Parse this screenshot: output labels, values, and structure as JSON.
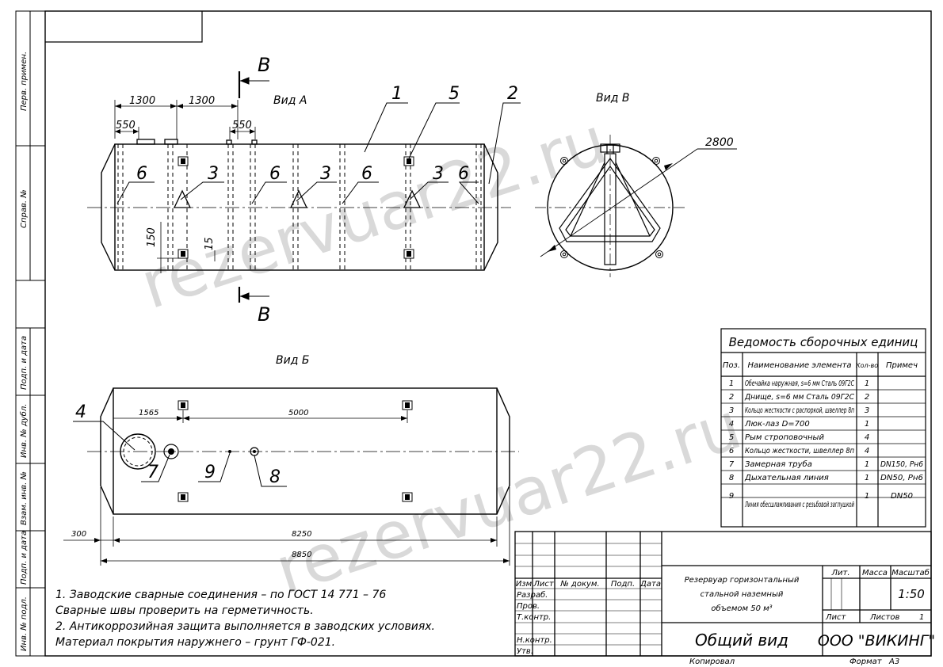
{
  "watermark": "rezervuar22.ru",
  "side_stamps": [
    "Перв. примен.",
    "Справ. №",
    "Подп. и дата",
    "Инв. № дубл.",
    "Взам. инв. №",
    "Подп. и дата",
    "Инв. № подл."
  ],
  "views": {
    "view_a": "Вид А",
    "view_b": "Вид Б",
    "view_v": "Вид В",
    "section_letter": "В"
  },
  "dimensions": {
    "top_1300_a": "1300",
    "top_1300_b": "1300",
    "top_550_a": "550",
    "top_550_b": "550",
    "vert_150": "150",
    "vert_15": "15",
    "diameter_2800": "2800",
    "b_1565": "1565",
    "b_5000": "5000",
    "b_300": "300",
    "b_8250": "8250",
    "b_8850": "8850"
  },
  "callouts": {
    "c1": "1",
    "c2": "2",
    "c3a": "3",
    "c3b": "3",
    "c3c": "3",
    "c5": "5",
    "c6a": "6",
    "c6b": "6",
    "c6c": "6",
    "c6d": "6",
    "c4": "4",
    "c7": "7",
    "c8": "8",
    "c9": "9"
  },
  "notes": [
    "1. Заводские сварные соединения – по ГОСТ 14 771 – 76",
    "Сварные швы проверить на герметичность.",
    "2. Антикоррозийная защита выполняется в заводских условиях.",
    "Материал покрытия наружнего – грунт ГФ-021."
  ],
  "bom": {
    "title": "Ведомость сборочных единиц",
    "headers": [
      "Поз.",
      "Наименование элемента",
      "Кол-во",
      "Примеч"
    ],
    "rows": [
      [
        "1",
        "Обечайка наружная, s=6 мм Сталь 09Г2С",
        "1",
        ""
      ],
      [
        "2",
        "Днище, s=6 мм Сталь 09Г2С",
        "2",
        ""
      ],
      [
        "3",
        "Кольцо жесткости с распоркой, швеллер 8п",
        "3",
        ""
      ],
      [
        "4",
        "Люк-лаз D=700",
        "1",
        ""
      ],
      [
        "5",
        "Рым строповочный",
        "4",
        ""
      ],
      [
        "6",
        "Кольцо жесткости, швеллер 8п",
        "4",
        ""
      ],
      [
        "7",
        "Замерная труба",
        "1",
        "DN150, Рн6"
      ],
      [
        "8",
        "Дыхательная линия",
        "1",
        "DN50, Рн6"
      ],
      [
        "9",
        "Линия обесшламливания с резьбовой заглушкой",
        "1",
        "DN50"
      ]
    ]
  },
  "title_block": {
    "col_headers": [
      "Изм",
      "Лист",
      "№ докум.",
      "Подп.",
      "Дата"
    ],
    "roles": [
      "Разраб.",
      "Пров.",
      "Т.контр.",
      "Н.контр.",
      "Утв."
    ],
    "description_1": "Резервуар горизонтальный",
    "description_2": "стальной наземный",
    "description_3": "объемом 50 м³",
    "lit_label": "Лит.",
    "mass_label": "Масса",
    "scale_label": "Масштаб",
    "scale_value": "1:50",
    "sheet_label": "Лист",
    "sheets_label": "Листов",
    "sheets_value": "1",
    "doc_title": "Общий вид",
    "company": "ООО \"ВИКИНГ\"",
    "copied": "Копировал",
    "format_label": "Формат",
    "format_value": "А3"
  }
}
